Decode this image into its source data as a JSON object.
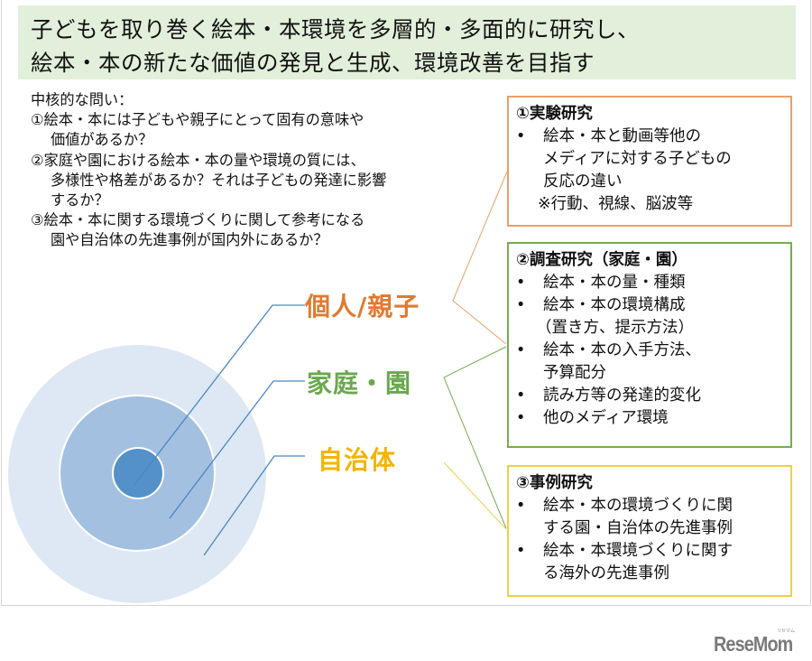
{
  "header": {
    "line1": "子どもを取り巻く絵本・本環境を多層的・多面的に研究し、",
    "line2": "絵本・本の新たな価値の発見と生成、環境改善を目指す"
  },
  "questions": {
    "heading": "中核的な問い：",
    "lines": [
      "①絵本・本には子どもや親子にとって固有の意味や",
      "価値があるか？",
      "②家庭や園における絵本・本の量や環境の質には、",
      "多様性や格差があるか？それは子どもの発達に影響",
      "するか？",
      "③絵本・本に関する環境づくりに関して参考になる",
      "園や自治体の先進事例が国内外にあるか？"
    ]
  },
  "layers": {
    "individual": "個人/親子",
    "home": "家庭・園",
    "local": "自治体"
  },
  "colors": {
    "header_bg": "#e2efda",
    "individual": "#e07a30",
    "home": "#6aa84f",
    "local": "#f4b400",
    "circle_outer": "#dee8f4",
    "circle_middle": "#a3c0e1",
    "circle_inner": "#5591c9",
    "leader": "#4a86c5"
  },
  "boxes": {
    "experiment": {
      "title": "①実験研究",
      "bullet": "•",
      "item1": "絵本・本と動画等他の",
      "item1_cont1": "メディアに対する子どもの",
      "item1_cont2": "反応の違い",
      "note": "※行動、視線、脳波等"
    },
    "survey": {
      "title": "②調査研究（家庭・園）",
      "bullet": "•",
      "item1": "絵本・本の量・種類",
      "item2": "絵本・本の環境構成",
      "item2_cont": "（置き方、提示方法）",
      "item3": "絵本・本の入手方法、",
      "item3_cont": "予算配分",
      "item4": "読み方等の発達的変化",
      "item5": "他のメディア環境"
    },
    "case": {
      "title": "③事例研究",
      "bullet": "•",
      "item1": "絵本・本の環境づくりに関",
      "item1_cont": "する園・自治体の先進事例",
      "item2": "絵本・本環境づくりに関す",
      "item2_cont": "る海外の先進事例"
    }
  },
  "logo": {
    "text": "ReseMom",
    "ruby": "リセマム"
  }
}
